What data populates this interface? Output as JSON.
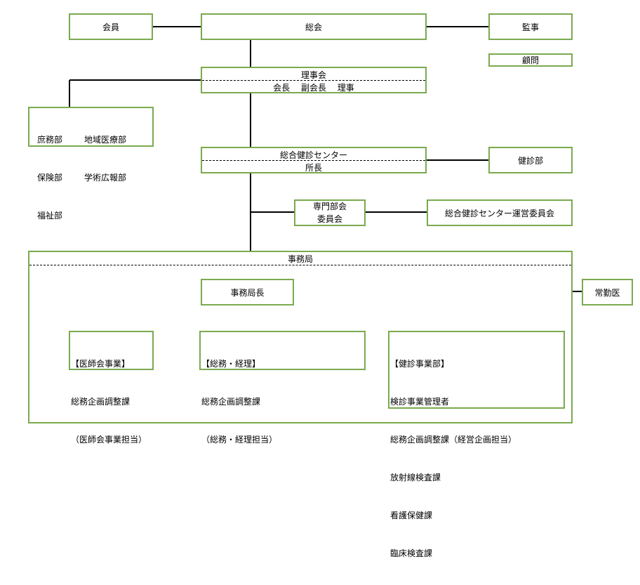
{
  "nodes": {
    "sokai": "総会",
    "kaiin": "会員",
    "kanji": "監事",
    "komon": "顧問",
    "rijikai": {
      "title": "理事会",
      "members": "会長　 副会長　 理事"
    },
    "depts": {
      "col1": [
        "庶務部",
        "保険部",
        "福祉部"
      ],
      "col2": [
        "地域医療部",
        "学術広報部"
      ]
    },
    "center": {
      "title": "総合健診センター",
      "head": "所長"
    },
    "kenshinbu": "健診部",
    "senmon": [
      "専門部会",
      "委員会"
    ],
    "unei": "総合健診センター運営委員会",
    "jimukyoku": "事務局",
    "jimukyokucho": "事務局長",
    "joukin": "常勤医",
    "sections": {
      "ishikai": [
        "【医師会事業】",
        "総務企画調整課",
        "（医師会事業担当）"
      ],
      "somu": [
        "【総務・経理】",
        "総務企画調整課",
        "（総務・経理担当）"
      ],
      "kenshin": [
        "【健診事業部】",
        "検診事業管理者",
        "総務企画調整課（経営企画担当）",
        "放射線検査課",
        "看護保健課",
        "臨床検査課"
      ]
    }
  }
}
